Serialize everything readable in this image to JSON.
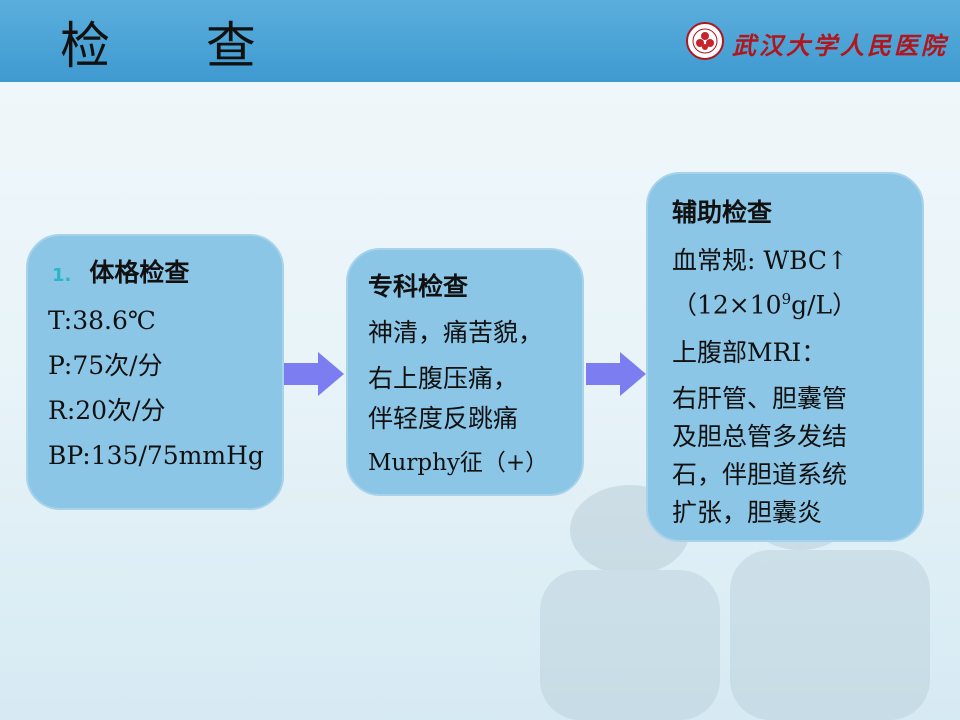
{
  "header": {
    "title": "检 查",
    "logo_text": "武汉大学人民医院"
  },
  "boxes": {
    "physical": {
      "number": "1.",
      "heading": "体格检查",
      "lines": [
        "T:38.6℃",
        "P:75次/分",
        "R:20次/分",
        "BP:135/75mmHg"
      ]
    },
    "specialist": {
      "heading": "专科检查",
      "lines": [
        "神清，痛苦貌，",
        "右上腹压痛，",
        "伴轻度反跳痛",
        "Murphy征（+）"
      ]
    },
    "auxiliary": {
      "heading": "辅助检查",
      "blood_label": "血常规: WBC↑",
      "wbc_value_pre": "（12×10",
      "wbc_value_sup": "9",
      "wbc_value_post": "g/L）",
      "mri_label": "上腹部MRI：",
      "mri_lines": [
        "右肝管、胆囊管",
        "及胆总管多发结",
        "石，伴胆道系统",
        "扩张，胆囊炎"
      ]
    }
  },
  "colors": {
    "header": "#4aa4d6",
    "box_fill": "#8cc6e7",
    "arrow": "#7d7df2",
    "logo": "#b0161c"
  }
}
